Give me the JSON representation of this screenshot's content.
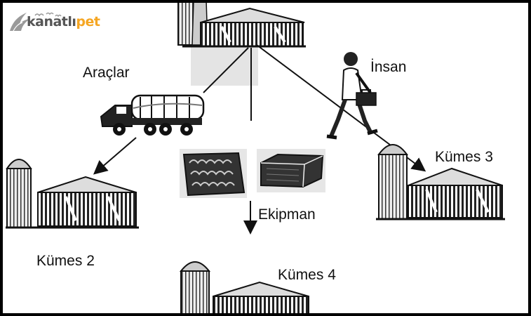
{
  "logo": {
    "brand_main": "kanatlı",
    "brand_accent": "pet"
  },
  "labels": {
    "vehicles": "Araçlar",
    "human": "İnsan",
    "equipment": "Ekipman",
    "coop2": "Kümes 2",
    "coop3": "Kümes 3",
    "coop4": "Kümes 4"
  },
  "colors": {
    "ink": "#111111",
    "accent": "#f5a623",
    "muted": "#555555"
  },
  "icons": [
    "bird-wing-logo-icon",
    "truck-icon",
    "walking-person-icon",
    "briefcase-icon",
    "egg-tray-icon",
    "crate-icon",
    "poultry-house-icon",
    "silo-icon"
  ]
}
